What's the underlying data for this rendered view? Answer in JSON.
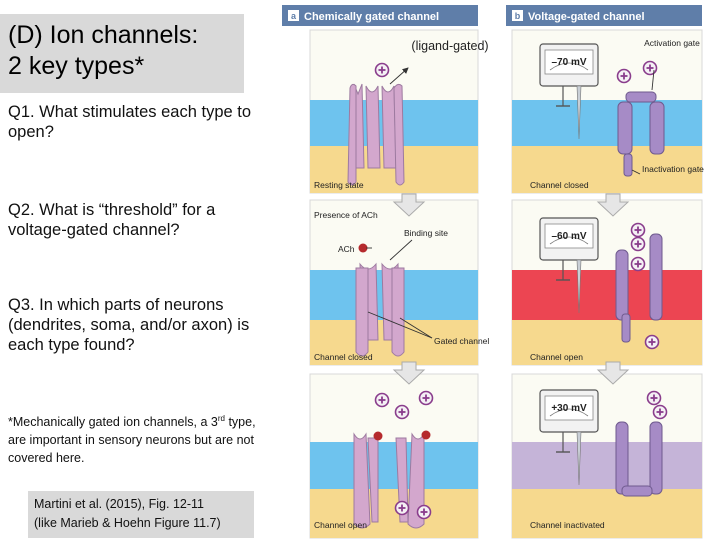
{
  "slide": {
    "title": "(D) Ion channels:\n2 key types*",
    "questions": [
      "Q1. What stimulates each type to open?",
      "Q2. What is “threshold” for a voltage-gated channel?",
      "Q3. In which parts of neurons (dendrites, soma, and/or axon) is each type found?"
    ],
    "footnote_pre": "*Mechanically gated ion channels, a 3",
    "footnote_sup": "rd",
    "footnote_post": " type, are important in sensory neurons but are not covered here.",
    "citation": "Martini et al. (2015), Fig. 12-11\n(like Marieb & Hoehn Figure 11.7)"
  },
  "figure": {
    "left_header_letter": "a",
    "left_header": "Chemically gated channel",
    "right_header_letter": "b",
    "right_header": "Voltage-gated channel",
    "ligand_note": "(ligand-gated)",
    "voltmeter_readings": [
      "–70 mV",
      "–60 mV",
      "+30 mV"
    ],
    "labels": {
      "activation_gate": "Activation gate",
      "inactivation_gate": "Inactivation gate",
      "resting_state": "Resting state",
      "channel_closed": "Channel closed",
      "presence_of_ach": "Presence of ACh",
      "binding_site": "Binding site",
      "ach": "ACh",
      "gated_channel": "Gated channel",
      "channel_closed_2": "Channel closed",
      "channel_open": "Channel open",
      "channel_open_2": "Channel open",
      "channel_inactivated": "Channel inactivated"
    },
    "plus_sign": "+"
  },
  "colors": {
    "title_box": "#d9d9d9",
    "header_bar": "#5f7ea9",
    "extracellular": "#fbfbf3",
    "membrane_blue": "#6ec3ee",
    "membrane_red": "#ec4552",
    "membrane_purple": "#c5b4d8",
    "cytoplasm": "#f6d98e",
    "channel_pink": "#d3a7cd",
    "channel_purple": "#a68bc6",
    "ach_red": "#b52a2d",
    "ion_purple": "#8a3d8c"
  }
}
